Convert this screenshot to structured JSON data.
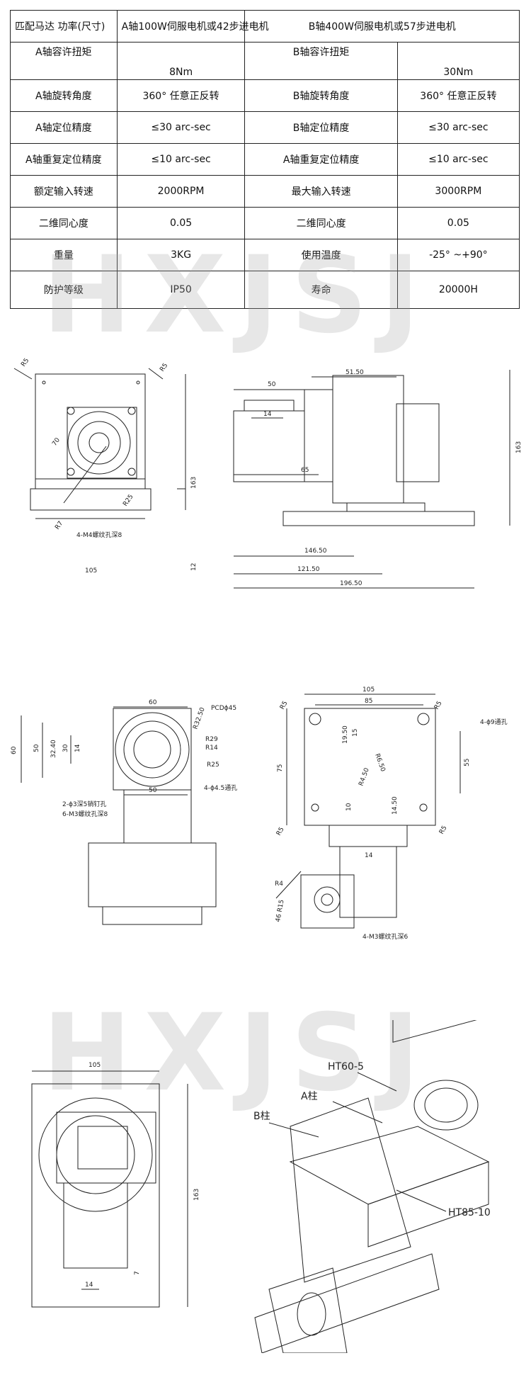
{
  "table": {
    "rows": [
      [
        "匹配马达 功率(尺寸)",
        "A轴100W伺服电机或42步进电机",
        "B轴400W伺服电机或57步进电机"
      ],
      [
        "A轴容许扭矩",
        "8Nm",
        "B轴容许扭矩",
        "30Nm"
      ],
      [
        "A轴旋转角度",
        "360° 任意正反转",
        "B轴旋转角度",
        "360° 任意正反转"
      ],
      [
        "A轴定位精度",
        "≤30 arc-sec",
        "B轴定位精度",
        "≤30 arc-sec"
      ],
      [
        "A轴重复定位精度",
        "≤10 arc-sec",
        "A轴重复定位精度",
        "≤10 arc-sec"
      ],
      [
        "额定输入转速",
        "2000RPM",
        "最大输入转速",
        "3000RPM"
      ],
      [
        "二维同心度",
        "0.05",
        "二维同心度",
        "0.05"
      ],
      [
        "重量",
        "3KG",
        "使用温度",
        "-25° ~+90°"
      ],
      [
        "防护等级",
        "IP50",
        "寿命",
        "20000H"
      ]
    ]
  },
  "watermark": "HXJSJ",
  "drawing1": {
    "front": {
      "r5a": "R5",
      "r5b": "R5",
      "d70": "70",
      "r25": "R25",
      "r7": "R7",
      "holes": "4-M4螺纹孔深8",
      "d163": "163",
      "d12": "12",
      "d105": "105"
    },
    "side": {
      "d50": "50",
      "d14": "14",
      "d51_50": "51.50",
      "d65": "65",
      "d163": "163",
      "d146_50": "146.50",
      "d121_50": "121.50",
      "d196_50": "196.50"
    }
  },
  "drawing2": {
    "left": {
      "d60top": "60",
      "pcd": "PCD",
      "phi45": "ϕ45",
      "d60": "60",
      "d50": "50",
      "d32_40": "32.40",
      "d30": "30",
      "d14": "14",
      "r32_50": "R32.50",
      "r29": "R29",
      "r14": "R14",
      "r25": "R25",
      "thru": "4-ϕ4.5通孔",
      "d50b": "50",
      "pin": "2-ϕ3深5销钉孔",
      "m3": "6-M3螺纹孔深8"
    },
    "right": {
      "d105": "105",
      "d85": "85",
      "r5a": "R5",
      "r5b": "R5",
      "thru9": "4-ϕ9通孔",
      "d19_50": "19.50",
      "d15": "15",
      "r6_50": "R6.50",
      "r4_50": "R4.50",
      "d75": "75",
      "d55": "55",
      "d10": "10",
      "d14_50": "14.50",
      "r5c": "R5",
      "r5d": "R5",
      "d14": "14",
      "r4": "R4",
      "r15": "R15",
      "d46": "46",
      "m3": "4-M3螺纹孔深6"
    }
  },
  "drawing3": {
    "d105": "105",
    "d163": "163",
    "d7": "7",
    "d14": "14",
    "iso": {
      "ht60": "HT60-5",
      "acol": "A柱",
      "bcol": "B柱",
      "ht85": "HT85-10"
    }
  }
}
